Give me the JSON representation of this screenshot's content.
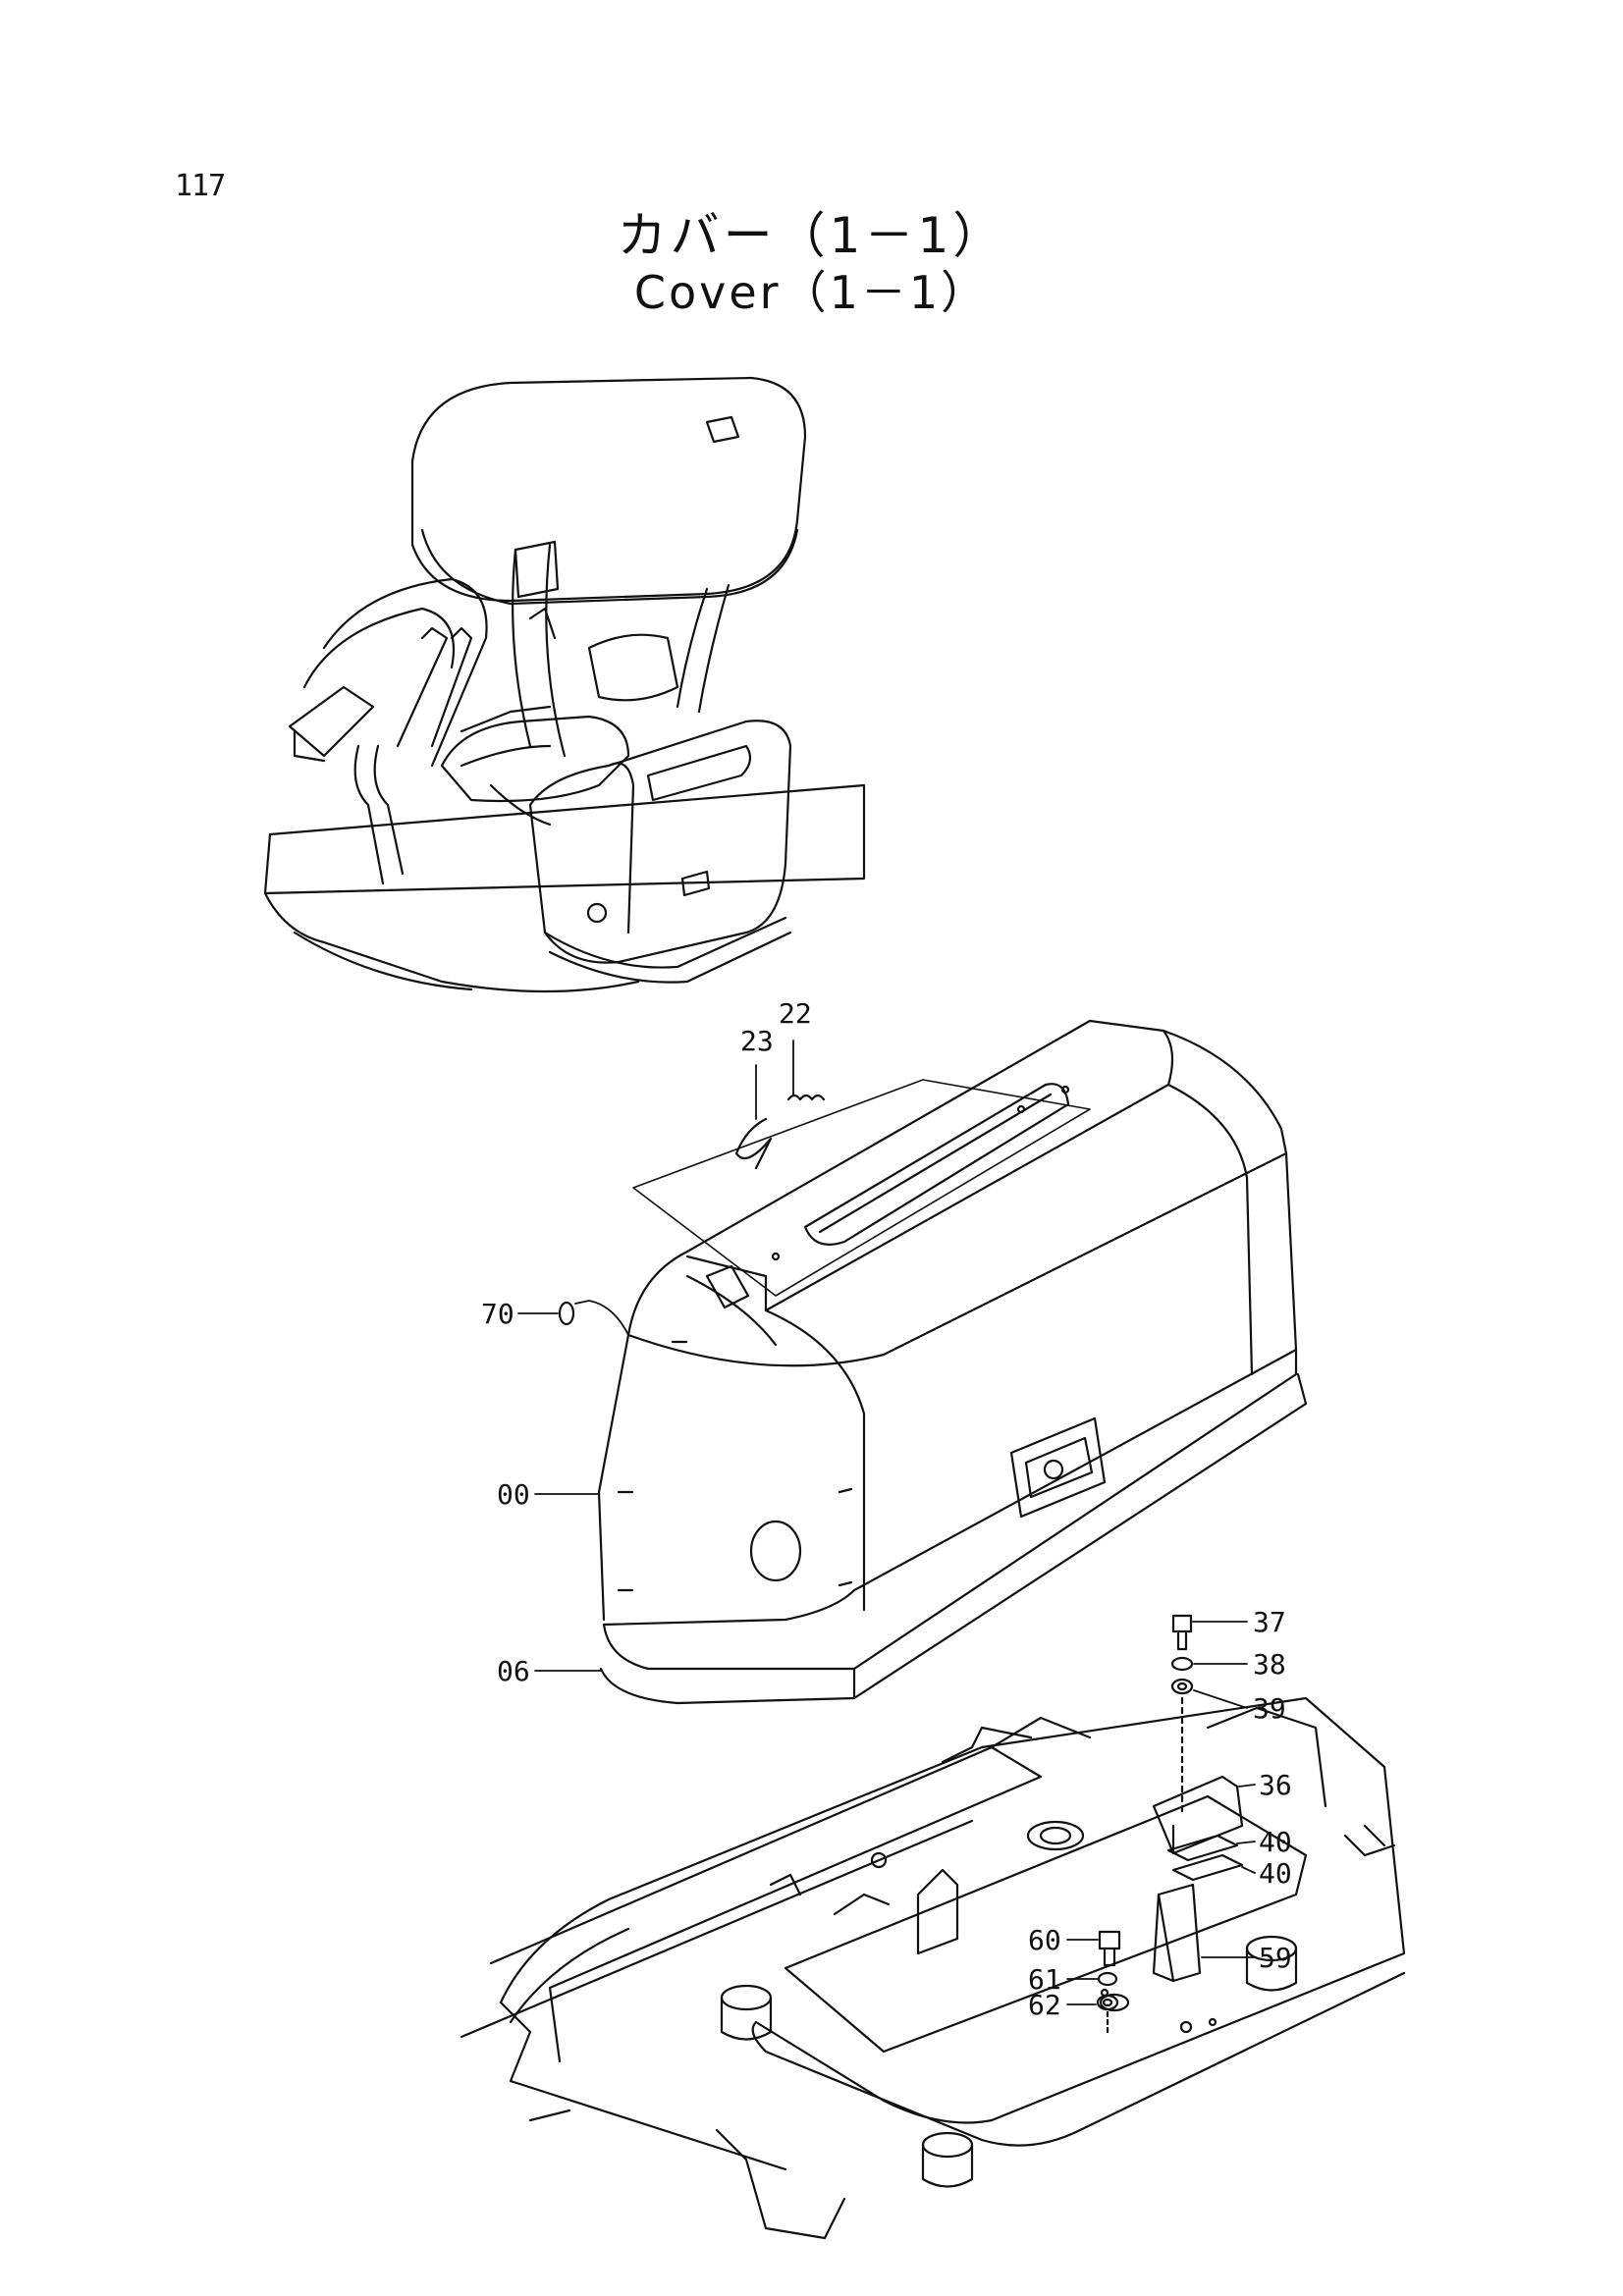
{
  "page": {
    "number": "117"
  },
  "title": {
    "japanese": "カバー（1－1）",
    "english": "Cover（1－1）"
  },
  "callouts": [
    {
      "id": "c22",
      "label": "22"
    },
    {
      "id": "c23",
      "label": "23"
    },
    {
      "id": "c70",
      "label": "70"
    },
    {
      "id": "c00",
      "label": "00"
    },
    {
      "id": "c06",
      "label": "06"
    },
    {
      "id": "c37",
      "label": "37"
    },
    {
      "id": "c38",
      "label": "38"
    },
    {
      "id": "c39",
      "label": "39"
    },
    {
      "id": "c36",
      "label": "36"
    },
    {
      "id": "c40a",
      "label": "40"
    },
    {
      "id": "c40b",
      "label": "40"
    },
    {
      "id": "c60",
      "label": "60"
    },
    {
      "id": "c61",
      "label": "61"
    },
    {
      "id": "c62",
      "label": "62"
    },
    {
      "id": "c59",
      "label": "59"
    }
  ]
}
